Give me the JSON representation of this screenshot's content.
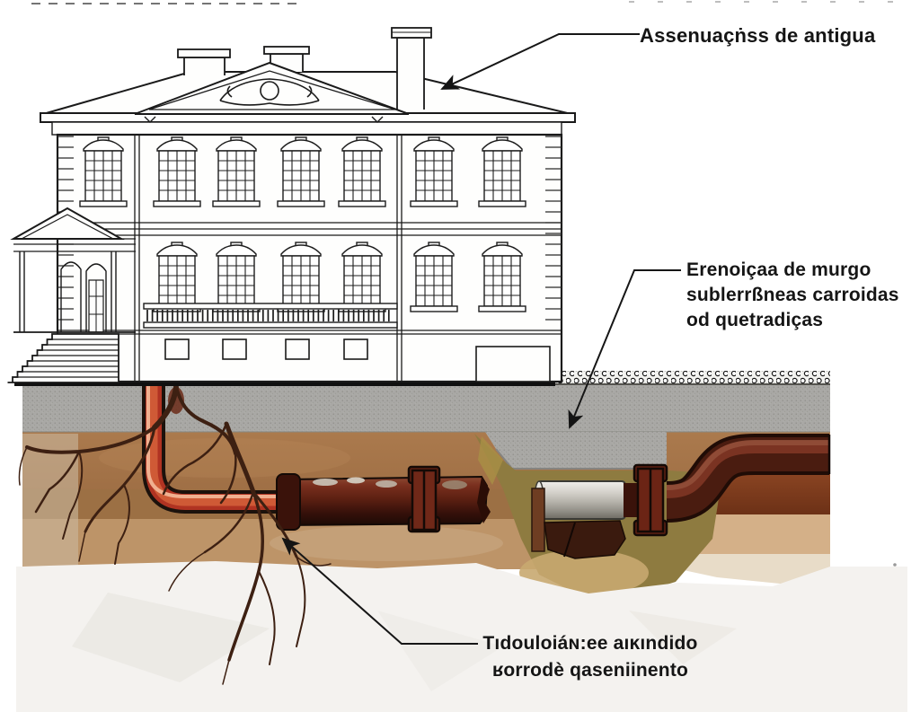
{
  "labels": {
    "settlement": "Assenuaçṅss de antigua",
    "walls_line1": "Erenoiçaa de murgo",
    "walls_line2": "sublerrßneas carroidas",
    "walls_line3": "od quetradiças",
    "pipe_line1": "Tıdouloiáɴ:ee aıĸındido",
    "pipe_line2": "ʁorrodè qaseniinento"
  },
  "colors": {
    "ink": "#1a1a1a",
    "concrete_gray": "#a9a8a5",
    "soil_brown": "#a5744a",
    "soil_brown_deep": "#9c7044",
    "soil_tan": "#bd9468",
    "soil_olive": "#8e7b40",
    "soil_rust": "#8a4422",
    "soil_pink": "#e8dcc8",
    "pipe_red": "#b03322",
    "pipe_rust_dark": "#5d2012",
    "pipe_silver": "#c9c6c0",
    "root_brown": "#3d2012",
    "marble_white": "#f4f2ef"
  }
}
